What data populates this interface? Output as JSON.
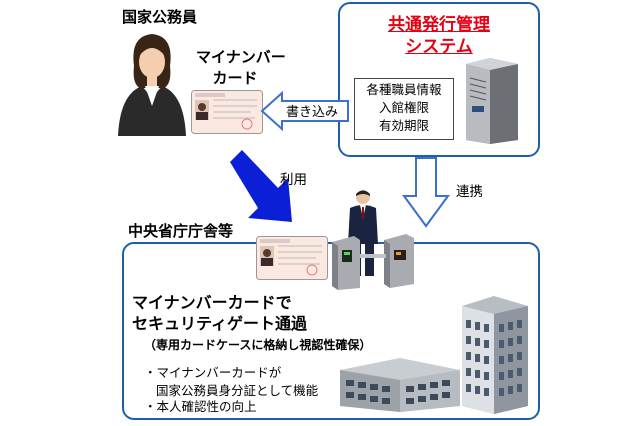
{
  "labels": {
    "civil_servant": "国家公務員",
    "card_title_line1": "マイナンバー",
    "card_title_line2": "カード",
    "system_title_line1": "共通発行管理",
    "system_title_line2": "システム",
    "info_lines": [
      "各種職員情報",
      "入館権限",
      "有効期限"
    ],
    "write_label": "書き込み",
    "use_label": "利用",
    "link_label": "連携",
    "building_label": "中央省庁庁舎等",
    "main_line1": "マイナンバーカードで",
    "main_line2": "セキュリティゲート通過",
    "main_note": "（専用カードケースに格納し視認性確保）",
    "bullet1_line1": "・マイナンバーカードが",
    "bullet1_line2": "国家公務員身分証として機能",
    "bullet2": "・本人確認性の向上"
  },
  "colors": {
    "box_border": "#1f5fa8",
    "system_title": "#e60012",
    "arrow_dark": "#0a1fd6",
    "arrow_light": "#3b6fd0"
  },
  "icons": [
    "woman-figure-icon",
    "id-card-icon",
    "server-icon",
    "man-figure-icon",
    "security-gate-icon",
    "office-building-icon"
  ]
}
